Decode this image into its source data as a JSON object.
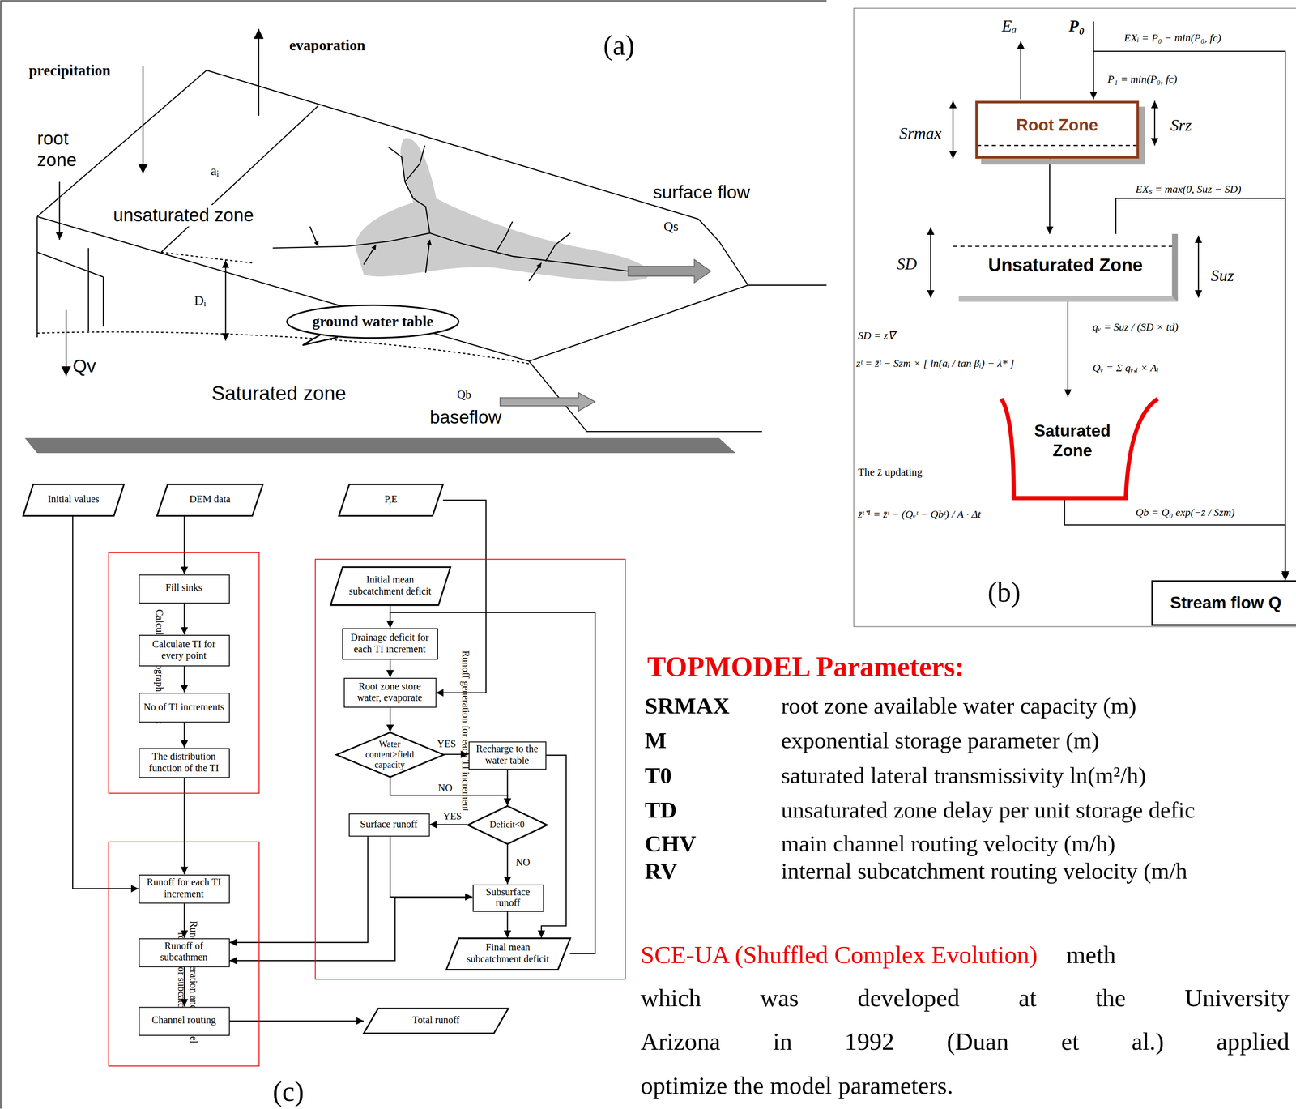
{
  "diagram": {
    "nodes": [
      {
        "text": [
          "ground water table"
        ]
      },
      {
        "text": [
          "Root Zone"
        ]
      },
      {
        "text": [
          "Unsaturated Zone"
        ]
      },
      {
        "text": [
          "Saturated Zone"
        ]
      },
      {
        "text": [
          "Stream flow Q"
        ]
      },
      {
        "text": [
          "Initial values"
        ]
      },
      {
        "text": [
          "DEM data"
        ]
      },
      {
        "text": [
          "P,E"
        ]
      },
      {
        "text": [
          "Calculate Topographic Index"
        ]
      },
      {
        "text": [
          "Fill sinks"
        ],
        "in": 8
      },
      {
        "text": [
          "Calculate TI for every point"
        ],
        "in": 8
      },
      {
        "text": [
          "No of TI increments"
        ],
        "in": 8
      },
      {
        "text": [
          "The distribution function of the TI"
        ],
        "in": 8
      },
      {
        "text": [
          "Runoff generation for each TI increment"
        ]
      },
      {
        "text": [
          "Initial mean subcatchment deficit"
        ],
        "in": 13
      },
      {
        "text": [
          "Drainage deficit for each TI increment"
        ],
        "in": 13
      },
      {
        "text": [
          "Root zone store water, evaporate"
        ],
        "in": 13
      },
      {
        "text": [
          "Water content>field capacity"
        ],
        "in": 13
      },
      {
        "text": [
          "Recharge to the water table"
        ],
        "in": 13
      },
      {
        "text": [
          "Deficit<0"
        ],
        "in": 13
      },
      {
        "text": [
          "Surface runoff"
        ],
        "in": 13
      },
      {
        "text": [
          "Subsurface runoff"
        ],
        "in": 13
      },
      {
        "text": [
          "Final mean subcatchment deficit"
        ],
        "in": 13
      },
      {
        "text": [
          "Runoff generation and channel routing for subcatchment"
        ]
      },
      {
        "text": [
          "Runoff for each TI increment"
        ],
        "in": 23
      },
      {
        "text": [
          "Runoff of subcathmen"
        ],
        "in": 23
      },
      {
        "text": [
          "Channel routing"
        ],
        "in": 23
      },
      {
        "text": [
          "Total runoff"
        ]
      }
    ],
    "edges": [
      {
        "from": 1,
        "to": 2,
        "arrow": "to"
      },
      {
        "from": 2,
        "to": 3,
        "arrow": "to"
      },
      {
        "from": 2,
        "to": 4,
        "arrow": "to",
        "label": "EXₛ = max(0, Suz − SD)"
      },
      {
        "from": 3,
        "to": 4,
        "arrow": "to",
        "label": "Qb = Q₀ exp(−z̄ / Szm)"
      },
      {
        "from": 6,
        "to": 9,
        "arrow": "to"
      },
      {
        "from": 9,
        "to": 10,
        "arrow": "to"
      },
      {
        "from": 10,
        "to": 11,
        "arrow": "to"
      },
      {
        "from": 11,
        "to": 12,
        "arrow": "to"
      },
      {
        "from": 12,
        "to": 24,
        "arrow": "to"
      },
      {
        "from": 5,
        "to": 24,
        "arrow": "to"
      },
      {
        "from": 7,
        "to": 16,
        "arrow": "to"
      },
      {
        "from": 14,
        "to": 15,
        "arrow": "to"
      },
      {
        "from": 15,
        "to": 16,
        "arrow": "to"
      },
      {
        "from": 16,
        "to": 17,
        "arrow": "to"
      },
      {
        "from": 17,
        "to": 18,
        "arrow": "to",
        "label": "YES"
      },
      {
        "from": 17,
        "to": 19,
        "arrow": "to",
        "label": "NO"
      },
      {
        "from": 18,
        "to": 19,
        "arrow": "to"
      },
      {
        "from": 18,
        "to": 22,
        "arrow": "to"
      },
      {
        "from": 19,
        "to": 20,
        "arrow": "to",
        "label": "YES"
      },
      {
        "from": 19,
        "to": 21,
        "arrow": "to",
        "label": "NO"
      },
      {
        "from": 20,
        "to": 21,
        "arrow": "to"
      },
      {
        "from": 21,
        "to": 22,
        "arrow": "to"
      },
      {
        "from": 22,
        "to": 15,
        "arrow": "to"
      },
      {
        "from": 20,
        "to": 25,
        "arrow": "to"
      },
      {
        "from": 21,
        "to": 25,
        "arrow": "to"
      },
      {
        "from": 24,
        "to": 25,
        "arrow": "to"
      },
      {
        "from": 25,
        "to": 26,
        "arrow": "to"
      },
      {
        "from": 26,
        "to": 27,
        "arrow": "to"
      }
    ],
    "labels": [
      "precipitation",
      "evaporation",
      "(a)",
      "root zone",
      "aᵢ",
      "unsaturated zone",
      "surface flow",
      "Qs",
      "Dᵢ",
      "Qv",
      "Saturated zone",
      "Qb",
      "baseflow",
      "Eₐ",
      "P₀",
      "EXᵢ = P₀ − min(P₀, fc)",
      "P₁ = min(P₀, fc)",
      "Srmax",
      "Srz",
      "SD",
      "Suz",
      "SD = z∇",
      "zᵗ = z̄ᵗ − Szm × [ ln(aᵢ / tan βᵢ) − λ* ]",
      "qᵥ = Suz / (SD × td)",
      "Qᵥ = Σ qᵥ,ᵢ × Aᵢ",
      "The z̄ updating",
      "z̄ᵗ⁺¹ = z̄ᵗ − (Qᵥᵗ − Qbᵗ) / A · Δt",
      "(b)",
      "(c)",
      "TOPMODEL Parameters:",
      "SRMAX",
      "root zone available water capacity  (m)",
      "M",
      "exponential storage parameter  (m)",
      "T0",
      "saturated lateral transmissivity ln(m²/h)",
      "TD",
      "unsaturated zone delay per unit storage defic",
      "CHV",
      "main channel routing velocity (m/h)",
      "RV",
      "internal subcatchment routing velocity  (m/h",
      "SCE-UA (Shuffled Complex Evolution)",
      "meth",
      "which was developed at the University",
      "Arizona in 1992 (Duan et al.) applied",
      "optimize the model parameters."
    ]
  }
}
